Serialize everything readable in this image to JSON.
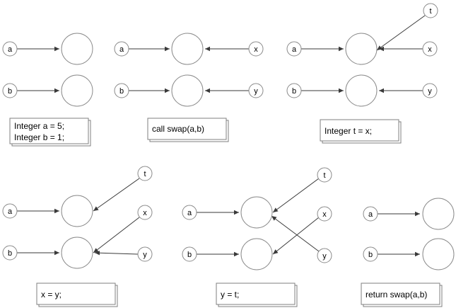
{
  "panels": [
    {
      "id": "step-1",
      "refs": [
        "a",
        "b"
      ],
      "code_lines": [
        "Integer a = 5;",
        "Integer b = 1;"
      ],
      "edges": [
        {
          "from": "a",
          "to": "obj1"
        },
        {
          "from": "b",
          "to": "obj2"
        }
      ]
    },
    {
      "id": "step-2",
      "refs": [
        "a",
        "b",
        "x",
        "y"
      ],
      "code_lines": [
        "call swap(a,b)"
      ],
      "edges": [
        {
          "from": "a",
          "to": "obj1"
        },
        {
          "from": "x",
          "to": "obj1"
        },
        {
          "from": "b",
          "to": "obj2"
        },
        {
          "from": "y",
          "to": "obj2"
        }
      ]
    },
    {
      "id": "step-3",
      "refs": [
        "a",
        "b",
        "x",
        "y",
        "t"
      ],
      "code_lines": [
        "Integer t = x;"
      ],
      "edges": [
        {
          "from": "a",
          "to": "obj1"
        },
        {
          "from": "x",
          "to": "obj1"
        },
        {
          "from": "t",
          "to": "obj1"
        },
        {
          "from": "b",
          "to": "obj2"
        },
        {
          "from": "y",
          "to": "obj2"
        }
      ]
    },
    {
      "id": "step-4",
      "refs": [
        "a",
        "b",
        "x",
        "y",
        "t"
      ],
      "code_lines": [
        "x = y;"
      ],
      "edges": [
        {
          "from": "a",
          "to": "obj1"
        },
        {
          "from": "t",
          "to": "obj1"
        },
        {
          "from": "b",
          "to": "obj2"
        },
        {
          "from": "x",
          "to": "obj2"
        },
        {
          "from": "y",
          "to": "obj2"
        }
      ]
    },
    {
      "id": "step-5",
      "refs": [
        "a",
        "b",
        "x",
        "y",
        "t"
      ],
      "code_lines": [
        "y = t;"
      ],
      "edges": [
        {
          "from": "a",
          "to": "obj1"
        },
        {
          "from": "t",
          "to": "obj1"
        },
        {
          "from": "y",
          "to": "obj1"
        },
        {
          "from": "b",
          "to": "obj2"
        },
        {
          "from": "x",
          "to": "obj2"
        }
      ]
    },
    {
      "id": "step-6",
      "refs": [
        "a",
        "b"
      ],
      "code_lines": [
        "return swap(a,b)"
      ],
      "edges": [
        {
          "from": "a",
          "to": "obj1"
        },
        {
          "from": "b",
          "to": "obj2"
        }
      ]
    }
  ]
}
